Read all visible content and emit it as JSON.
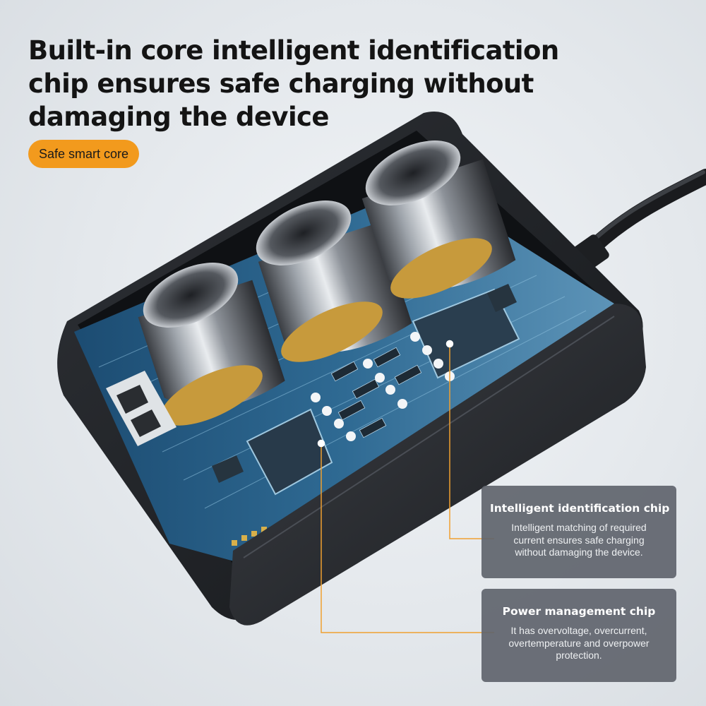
{
  "headline": {
    "line1": "Built-in core intelligent identification",
    "line2": "chip ensures safe charging without",
    "line3": "damaging the device"
  },
  "badge": {
    "label": "Safe smart core",
    "color": "#f29a1d"
  },
  "callouts": [
    {
      "title": "Intelligent identification chip",
      "description": "Intelligent matching of required current ensures safe charging without damaging the device."
    },
    {
      "title": "Power management chip",
      "description": "It has overvoltage, overcurrent, overtemperature and overpower protection."
    }
  ],
  "colors": {
    "accent": "#f29a1d",
    "leader_line": "#f0a030",
    "card_background": "#5f646c",
    "headline_text": "#141414"
  }
}
